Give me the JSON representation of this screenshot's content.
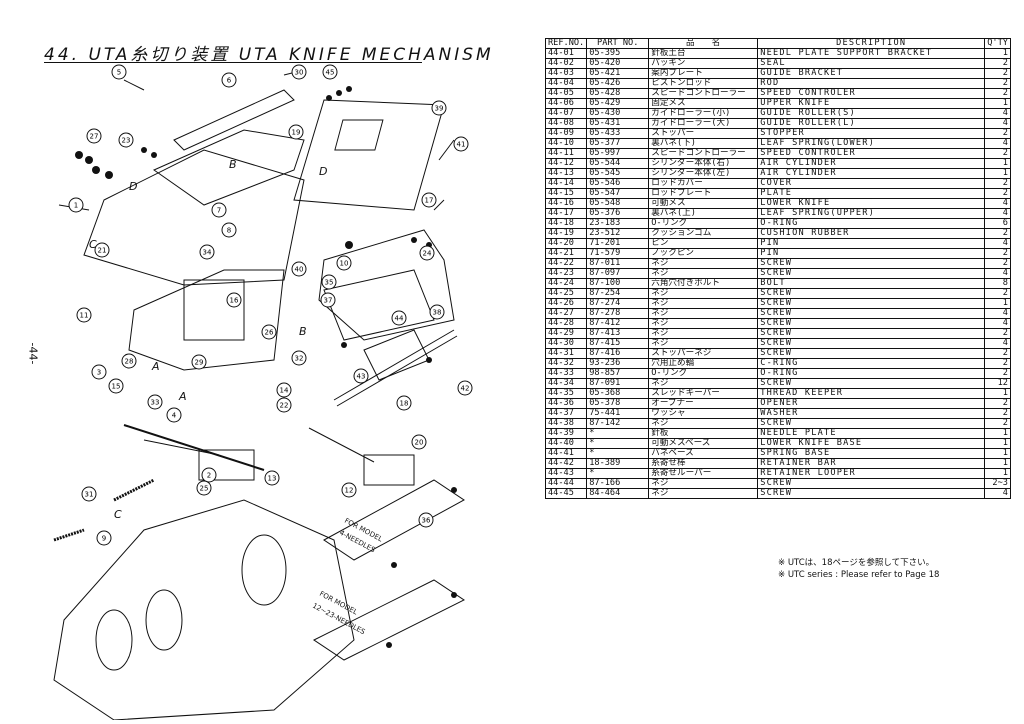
{
  "title": "44. UTA糸切り装置 UTA KNIFE MECHANISM",
  "page_number": "-44-",
  "table": {
    "headers": {
      "ref": "REF.NO.",
      "part": "PART NO.",
      "name": "品　　名",
      "desc": "DESCRIPTION",
      "qty": "Q'TY"
    },
    "rows": [
      {
        "ref": "44-01",
        "part": "05-395",
        "name": "針板土台",
        "desc": "NEEDL PLATE SUPPORT BRACKET",
        "qty": "1"
      },
      {
        "ref": "44-02",
        "part": "05-420",
        "name": "パッキン",
        "desc": "SEAL",
        "qty": "2"
      },
      {
        "ref": "44-03",
        "part": "05-421",
        "name": "案内プレート",
        "desc": "GUIDE BRACKET",
        "qty": "2"
      },
      {
        "ref": "44-04",
        "part": "05-426",
        "name": "ピストンロッド",
        "desc": "ROD",
        "qty": "2"
      },
      {
        "ref": "44-05",
        "part": "05-428",
        "name": "スピードコントローラー",
        "desc": "SPEED CONTROLER",
        "qty": "2"
      },
      {
        "ref": "44-06",
        "part": "05-429",
        "name": "固定メス",
        "desc": "UPPER KNIFE",
        "qty": "1"
      },
      {
        "ref": "44-07",
        "part": "05-430",
        "name": "ガイドローラー(小)",
        "desc": "GUIDE ROLLER(S)",
        "qty": "4"
      },
      {
        "ref": "44-08",
        "part": "05-431",
        "name": "ガイドローラー(大)",
        "desc": "GUIDE ROLLER(L)",
        "qty": "4"
      },
      {
        "ref": "44-09",
        "part": "05-433",
        "name": "ストッパー",
        "desc": "STOPPER",
        "qty": "2"
      },
      {
        "ref": "44-10",
        "part": "05-377",
        "name": "裏バネ(下)",
        "desc": "LEAF SPRING(LOWER)",
        "qty": "4"
      },
      {
        "ref": "44-11",
        "part": "05-997",
        "name": "スピードコントローラー",
        "desc": "SPEED CONTROLER",
        "qty": "2"
      },
      {
        "ref": "44-12",
        "part": "05-544",
        "name": "シリンダー本体(右)",
        "desc": "AIR CYLINDER",
        "qty": "1"
      },
      {
        "ref": "44-13",
        "part": "05-545",
        "name": "シリンダー本体(左)",
        "desc": "AIR CYLINDER",
        "qty": "1"
      },
      {
        "ref": "44-14",
        "part": "05-546",
        "name": "ロッドカバー",
        "desc": "COVER",
        "qty": "2"
      },
      {
        "ref": "44-15",
        "part": "05-547",
        "name": "ロッドプレート",
        "desc": "PLATE",
        "qty": "2"
      },
      {
        "ref": "44-16",
        "part": "05-548",
        "name": "可動メス",
        "desc": "LOWER KNIFE",
        "qty": "4"
      },
      {
        "ref": "44-17",
        "part": "05-376",
        "name": "裏バネ(上)",
        "desc": "LEAF SPRING(UPPER)",
        "qty": "4"
      },
      {
        "ref": "44-18",
        "part": "23-183",
        "name": "O-リング",
        "desc": "O-RING",
        "qty": "6"
      },
      {
        "ref": "44-19",
        "part": "23-512",
        "name": "クッションゴム",
        "desc": "CUSHION RUBBER",
        "qty": "2"
      },
      {
        "ref": "44-20",
        "part": "71-201",
        "name": "ピン",
        "desc": "PIN",
        "qty": "4"
      },
      {
        "ref": "44-21",
        "part": "71-579",
        "name": "ノックピン",
        "desc": "PIN",
        "qty": "2"
      },
      {
        "ref": "44-22",
        "part": "87-011",
        "name": "ネジ",
        "desc": "SCREW",
        "qty": "2"
      },
      {
        "ref": "44-23",
        "part": "87-097",
        "name": "ネジ",
        "desc": "SCREW",
        "qty": "4"
      },
      {
        "ref": "44-24",
        "part": "87-100",
        "name": "六角穴付きボルト",
        "desc": "BOLT",
        "qty": "8"
      },
      {
        "ref": "44-25",
        "part": "87-254",
        "name": "ネジ",
        "desc": "SCREW",
        "qty": "2"
      },
      {
        "ref": "44-26",
        "part": "87-274",
        "name": "ネジ",
        "desc": "SCREW",
        "qty": "1"
      },
      {
        "ref": "44-27",
        "part": "87-278",
        "name": "ネジ",
        "desc": "SCREW",
        "qty": "4"
      },
      {
        "ref": "44-28",
        "part": "87-412",
        "name": "ネジ",
        "desc": "SCREW",
        "qty": "4"
      },
      {
        "ref": "44-29",
        "part": "87-413",
        "name": "ネジ",
        "desc": "SCREW",
        "qty": "2"
      },
      {
        "ref": "44-30",
        "part": "87-415",
        "name": "ネジ",
        "desc": "SCREW",
        "qty": "4"
      },
      {
        "ref": "44-31",
        "part": "87-416",
        "name": "ストッパーネジ",
        "desc": "SCREW",
        "qty": "2"
      },
      {
        "ref": "44-32",
        "part": "93-236",
        "name": "穴用止め輪",
        "desc": "C-RING",
        "qty": "2"
      },
      {
        "ref": "44-33",
        "part": "98-857",
        "name": "O-リング",
        "desc": "O-RING",
        "qty": "2"
      },
      {
        "ref": "44-34",
        "part": "87-091",
        "name": "ネジ",
        "desc": "SCREW",
        "qty": "12"
      },
      {
        "ref": "44-35",
        "part": "05-368",
        "name": "スレッドキーパー",
        "desc": "THREAD KEEPER",
        "qty": "1"
      },
      {
        "ref": "44-36",
        "part": "05-378",
        "name": "オープナー",
        "desc": "OPENER",
        "qty": "2"
      },
      {
        "ref": "44-37",
        "part": "75-441",
        "name": "ワッシャ",
        "desc": "WASHER",
        "qty": "2"
      },
      {
        "ref": "44-38",
        "part": "87-142",
        "name": "ネジ",
        "desc": "SCREW",
        "qty": "2"
      },
      {
        "ref": "44-39",
        "part": "*",
        "name": "針板",
        "desc": "NEEDLE PLATE",
        "qty": "1"
      },
      {
        "ref": "44-40",
        "part": "*",
        "name": "可動メスベース",
        "desc": "LOWER KNIFE BASE",
        "qty": "1"
      },
      {
        "ref": "44-41",
        "part": "*",
        "name": "バネベース",
        "desc": "SPRING BASE",
        "qty": "1"
      },
      {
        "ref": "44-42",
        "part": "18-389",
        "name": "糸寄せ棒",
        "desc": "RETAINER BAR",
        "qty": "1"
      },
      {
        "ref": "44-43",
        "part": "*",
        "name": "糸寄せルーパー",
        "desc": "RETAINER LOOPER",
        "qty": "1"
      },
      {
        "ref": "44-44",
        "part": "87-166",
        "name": "ネジ",
        "desc": "SCREW",
        "qty": "2~3"
      },
      {
        "ref": "44-45",
        "part": "84-464",
        "name": "ネジ",
        "desc": "SCREW",
        "qty": "4"
      }
    ]
  },
  "notes": {
    "jp": "※ UTCは、18ページを参照して下さい。",
    "en": "※ UTC series : Please refer to Page 18"
  },
  "diagram": {
    "labels": {
      "model4": "FOR MODEL",
      "model4b": "4-NEEDLES",
      "model12": "FOR MODEL",
      "model12b": "12~23-NEEDLES",
      "A1": "A",
      "A2": "A",
      "B1": "B",
      "B2": "B",
      "C1": "C",
      "C2": "C",
      "D1": "D",
      "D2": "D"
    },
    "callouts": [
      "1",
      "2",
      "3",
      "4",
      "5",
      "6",
      "7",
      "8",
      "9",
      "10",
      "11",
      "12",
      "13",
      "14",
      "15",
      "16",
      "17",
      "18",
      "19",
      "20",
      "21",
      "22",
      "23",
      "24",
      "25",
      "26",
      "27",
      "28",
      "29",
      "30",
      "31",
      "32",
      "33",
      "34",
      "35",
      "36",
      "37",
      "38",
      "39",
      "40",
      "41",
      "42",
      "43",
      "44",
      "45"
    ]
  }
}
